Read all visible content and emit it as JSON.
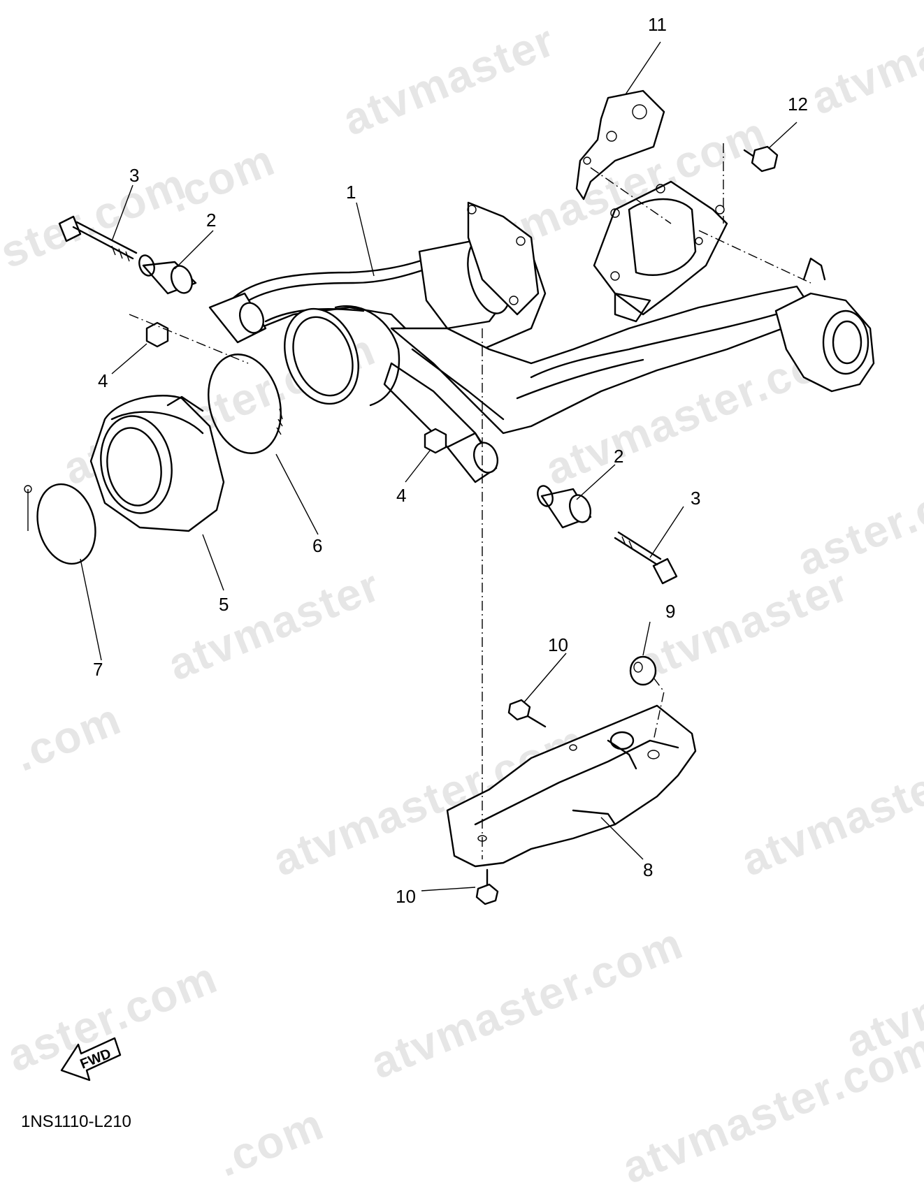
{
  "watermark": {
    "text_full": "atvmaster.com",
    "text_site": "atvmaster",
    "text_domain": ".com",
    "text_tail": "ster.com",
    "text_tail2": "aster.com",
    "color": "#e6e6e6"
  },
  "callouts": [
    {
      "id": "1",
      "label": "1"
    },
    {
      "id": "2a",
      "label": "2"
    },
    {
      "id": "2b",
      "label": "2"
    },
    {
      "id": "3a",
      "label": "3"
    },
    {
      "id": "3b",
      "label": "3"
    },
    {
      "id": "4a",
      "label": "4"
    },
    {
      "id": "4b",
      "label": "4"
    },
    {
      "id": "5",
      "label": "5"
    },
    {
      "id": "6",
      "label": "6"
    },
    {
      "id": "7",
      "label": "7"
    },
    {
      "id": "8",
      "label": "8"
    },
    {
      "id": "9",
      "label": "9"
    },
    {
      "id": "10a",
      "label": "10"
    },
    {
      "id": "10b",
      "label": "10"
    },
    {
      "id": "11",
      "label": "11"
    },
    {
      "id": "12",
      "label": "12"
    }
  ],
  "fwd_label": "FWD",
  "diagram_code": "1NS1110-L210"
}
